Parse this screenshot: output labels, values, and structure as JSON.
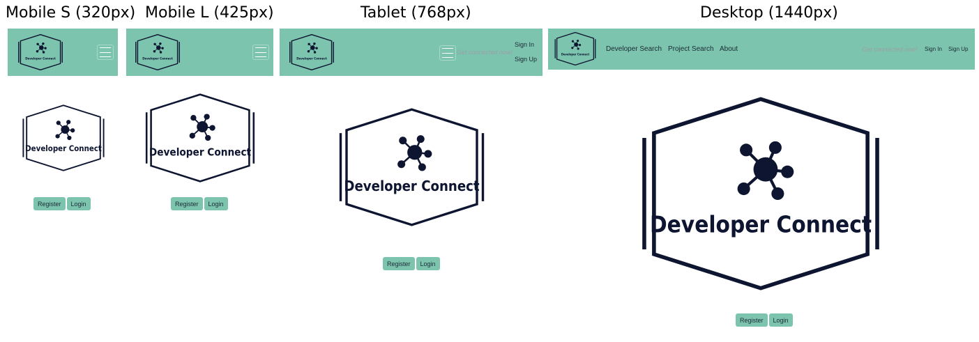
{
  "panels": [
    {
      "id": "mobile-s",
      "title": "Mobile S (320px)"
    },
    {
      "id": "mobile-l",
      "title": "Mobile L (425px)"
    },
    {
      "id": "tablet",
      "title": "Tablet (768px)"
    },
    {
      "id": "desktop",
      "title": "Desktop (1440px)"
    }
  ],
  "brand": {
    "name": "Developer Connect"
  },
  "nav": {
    "links": [
      "Developer Search",
      "Project Search",
      "About"
    ],
    "tagline": "Get connected now!",
    "sign_in": "Sign In",
    "sign_up": "Sign Up"
  },
  "buttons": {
    "register": "Register",
    "login": "Login"
  },
  "colors": {
    "navbar": "#7cc4ae",
    "logo": "#0d1530",
    "button": "#7cc4ae"
  },
  "icons": {
    "menu": "hamburger-icon",
    "logo": "network-hexagon-logo"
  }
}
